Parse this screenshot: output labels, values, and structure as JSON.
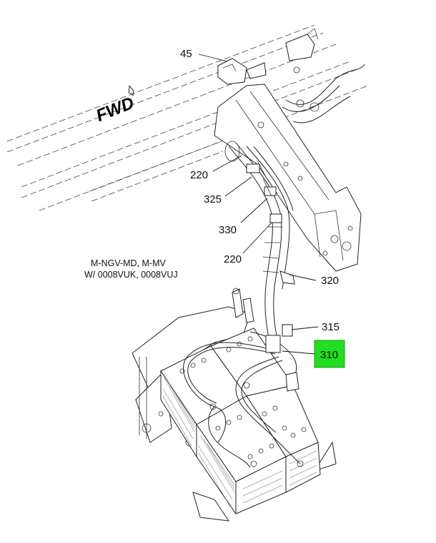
{
  "orientation_label": "FWD",
  "note": {
    "line1": "M-NGV-MD, M-MV",
    "line2": "W/ 0008VUK, 0008VUJ"
  },
  "callouts": [
    {
      "id": "45",
      "label": "45",
      "highlighted": false
    },
    {
      "id": "220a",
      "label": "220",
      "highlighted": false
    },
    {
      "id": "325",
      "label": "325",
      "highlighted": false
    },
    {
      "id": "330",
      "label": "330",
      "highlighted": false
    },
    {
      "id": "220b",
      "label": "220",
      "highlighted": false
    },
    {
      "id": "320",
      "label": "320",
      "highlighted": false
    },
    {
      "id": "315",
      "label": "315",
      "highlighted": false
    },
    {
      "id": "310",
      "label": "310",
      "highlighted": true
    }
  ],
  "highlight_color": "#22dd22"
}
